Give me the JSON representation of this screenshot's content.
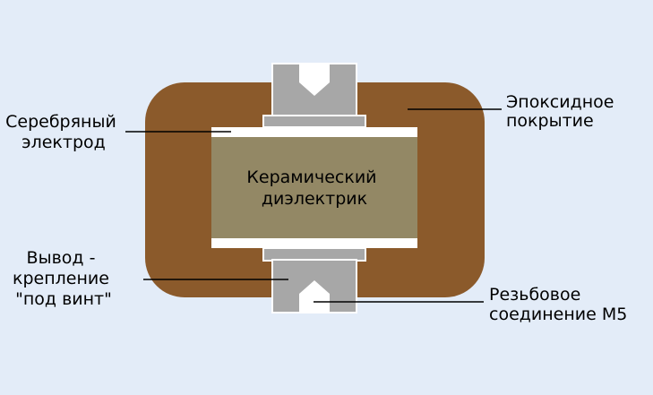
{
  "colors": {
    "background": "#e3ecf8",
    "epoxy": "#8b5a2b",
    "ceramic": "#938865",
    "electrode": "#ffffff",
    "terminal": "#a7a7a7",
    "terminal_stroke": "#ffffff",
    "leader": "#000000"
  },
  "labels": {
    "silver_electrode": [
      "Серебряный",
      "электрод"
    ],
    "epoxy_coating": [
      "Эпоксидное",
      "покрытие"
    ],
    "ceramic_dielectric": [
      "Керамический",
      "диэлектрик"
    ],
    "screw_terminal": [
      "Вывод -",
      "крепление",
      "\"под винт\""
    ],
    "thread_m5": [
      "Резьбовое",
      "соединение М5"
    ]
  }
}
